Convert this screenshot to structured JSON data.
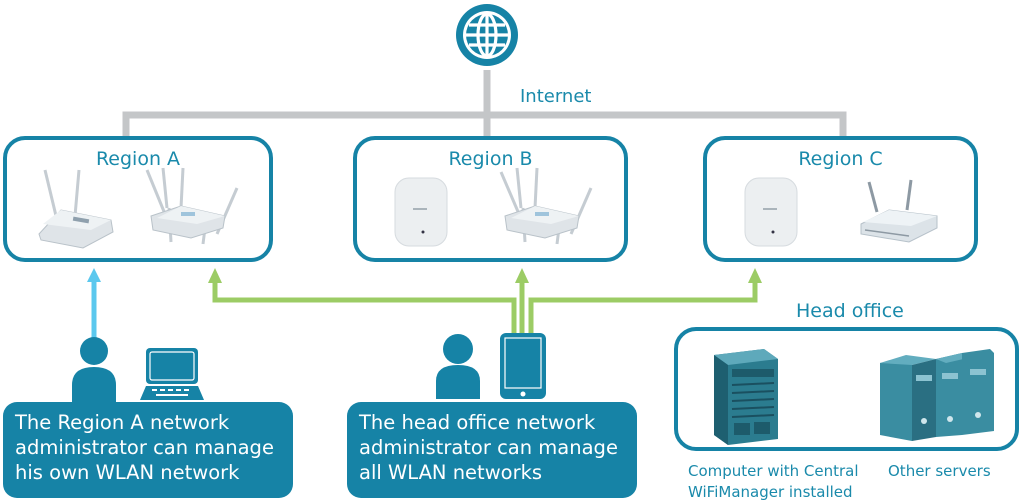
{
  "internet": {
    "label": "Internet",
    "icon": "globe-icon"
  },
  "regions": [
    {
      "title": "Region A",
      "devices": [
        "wireless-access-point-dual-antenna",
        "wireless-access-point-quad-antenna"
      ]
    },
    {
      "title": "Region B",
      "devices": [
        "ceiling-access-point",
        "wireless-access-point-quad-antenna"
      ]
    },
    {
      "title": "Region C",
      "devices": [
        "ceiling-access-point",
        "wireless-router"
      ]
    }
  ],
  "head_office": {
    "title": "Head office",
    "devices": [
      {
        "icon": "chassis-server-icon",
        "caption_line1": "Computer with Central",
        "caption_line2": "WiFiManager installed"
      },
      {
        "icon": "tower-servers-icon",
        "caption_line1": "Other servers"
      }
    ]
  },
  "admins": [
    {
      "line1": "The Region A network",
      "line2": "administrator can manage",
      "line3": "his own WLAN network",
      "device": "laptop-icon"
    },
    {
      "line1": "The head office network",
      "line2": "administrator can manage",
      "line3": "all WLAN networks",
      "device": "tablet-icon"
    }
  ],
  "colors": {
    "teal": "#1683a6",
    "green": "#9ccc65",
    "light_blue": "#5bc8ee",
    "gray": "#c4c6c8"
  }
}
